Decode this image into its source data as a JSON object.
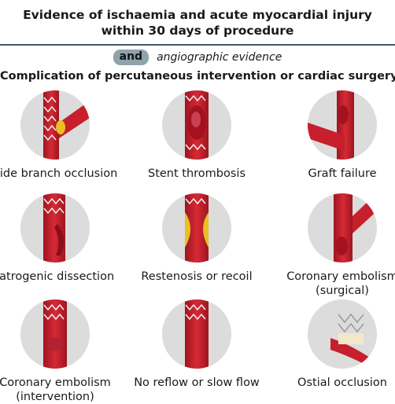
{
  "header": {
    "title_line1": "Evidence of ischaemia and acute myocardial injury",
    "title_line2": "within 30 days of procedure"
  },
  "connector": {
    "and_label": "and",
    "text": "angiographic evidence"
  },
  "subtitle": "Complication of percutaneous intervention or cardiac surgery",
  "items": [
    {
      "label": "Side branch occlusion"
    },
    {
      "label": "Stent thrombosis"
    },
    {
      "label": "Graft failure"
    },
    {
      "label": "Iatrogenic dissection"
    },
    {
      "label": "Restenosis or recoil"
    },
    {
      "label": "Coronary embolism",
      "label2": "(surgical)"
    },
    {
      "label": "Coronary embolism",
      "label2": "(intervention)"
    },
    {
      "label": "No reflow or slow flow"
    },
    {
      "label": "Ostial occlusion"
    }
  ],
  "colors": {
    "vessel": "#d62a35",
    "vessel_dark": "#9e1520",
    "circle": "#dcdcdc",
    "plaque": "#e8c020",
    "rule": "#3d5a66",
    "pill": "#8fa3ab"
  }
}
